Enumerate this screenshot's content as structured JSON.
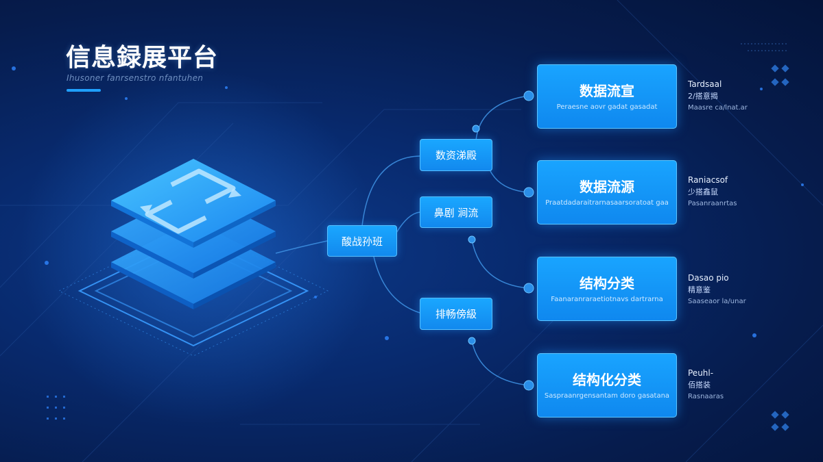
{
  "header": {
    "title": "信息録展平台",
    "subtitle": "Ihusoner fanrsenstro nfantuhen"
  },
  "diagram": {
    "root": {
      "label": "酸战孙班"
    },
    "branches": [
      {
        "label": "数资涕殿"
      },
      {
        "label": "鼻剧 涧流"
      },
      {
        "label": "排畅傍級"
      }
    ],
    "cards": [
      {
        "title": "数据流宣",
        "subtitle": "Peraesne aovr gadat gasadat",
        "note": [
          "Tardsaal",
          "2/搭意揭",
          "Maasre ca/lnat.ar"
        ]
      },
      {
        "title": "数据流源",
        "subtitle": "Praatdadaraitrarnasaarsoratoat gaa",
        "note": [
          "Raniacsof",
          "少搭鑫鼠",
          "Pasanraanrtas"
        ]
      },
      {
        "title": "结构分类",
        "subtitle": "Faanaranraraetiotnavs dartrarna",
        "note": [
          "Dasao pio",
          "精意鉴",
          "Saaseaor la/unar"
        ]
      },
      {
        "title": "结构化分类",
        "subtitle": "Saspraanrgensantam doro gasatana",
        "note": [
          "Peuhl-",
          "佰搭装",
          "Rasnaaras"
        ]
      }
    ]
  },
  "colors": {
    "background": "#061c4d",
    "accent": "#1fa0ff",
    "node_fill": "#1aa7ff",
    "connector": "#3d8fe0"
  },
  "icons": {
    "layer_stack": "stacked-layers-icon",
    "loop": "loop-arrows-icon"
  }
}
